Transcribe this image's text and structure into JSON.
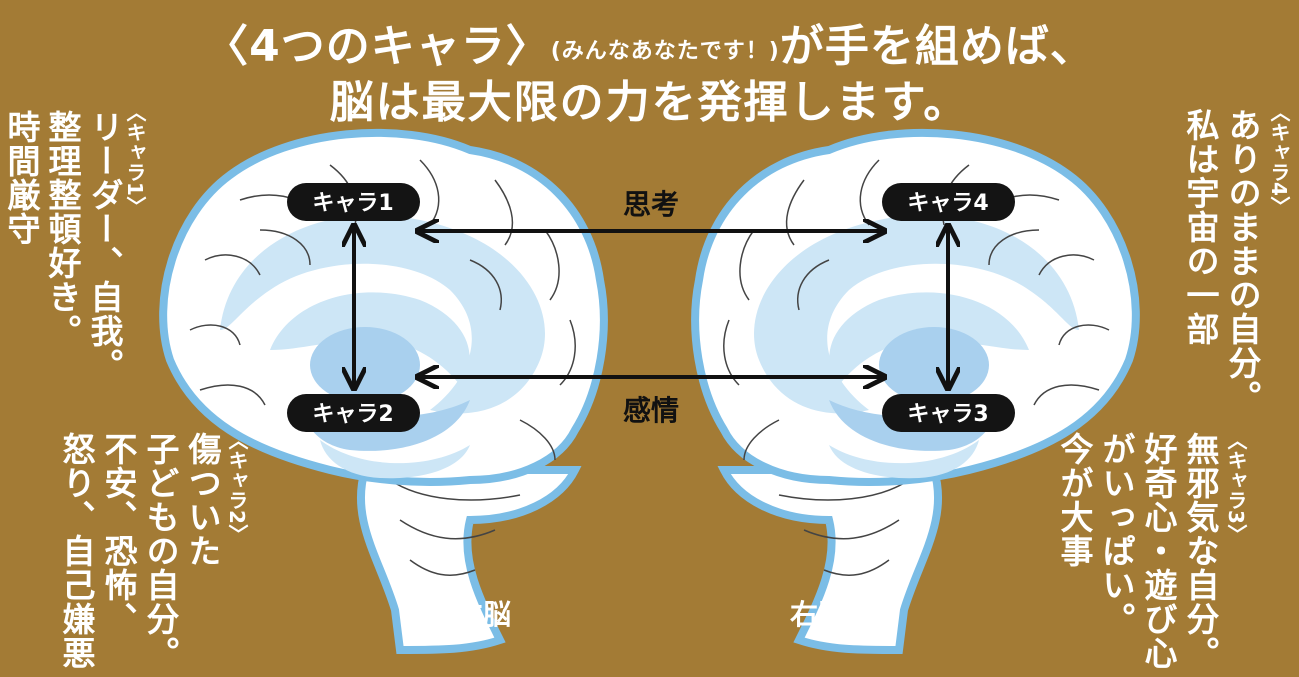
{
  "title": {
    "line1_main": "〈4つのキャラ〉",
    "line1_paren": "(みんなあなたです！)",
    "line1_end": "が手を組めば、",
    "line2": "脳は最大限の力を発揮します。"
  },
  "pills": {
    "chara1": "キャラ1",
    "chara2": "キャラ2",
    "chara3": "キャラ3",
    "chara4": "キャラ4"
  },
  "connections": {
    "top": "思考",
    "bottom": "感情"
  },
  "brains": {
    "left": "左脳",
    "right": "右脳"
  },
  "descriptions": {
    "chara1": {
      "tag": "〈キャラ1〉",
      "lines": [
        "リーダー、自我。",
        "整理整頓好き。",
        "時間厳守"
      ]
    },
    "chara2": {
      "tag": "〈キャラ2〉",
      "lines": [
        "傷ついた",
        "子どもの自分。",
        "不安、恐怖、",
        "怒り、自己嫌悪"
      ]
    },
    "chara3": {
      "tag": "〈キャラ3〉",
      "lines": [
        "無邪気な自分。",
        "好奇心・遊び心",
        "がいっぱい。",
        "今が大事"
      ]
    },
    "chara4": {
      "tag": "〈キャラ4〉",
      "lines": [
        "ありのままの自分。",
        "私は宇宙の一部"
      ]
    }
  },
  "colors": {
    "background": "#a37b35",
    "brain_outline": "#7bbde6",
    "brain_fill": "#ffffff",
    "limbic_light": "#cde6f6",
    "limbic_mid": "#a9d0ee",
    "pill": "#141414",
    "arrow": "#111111"
  }
}
